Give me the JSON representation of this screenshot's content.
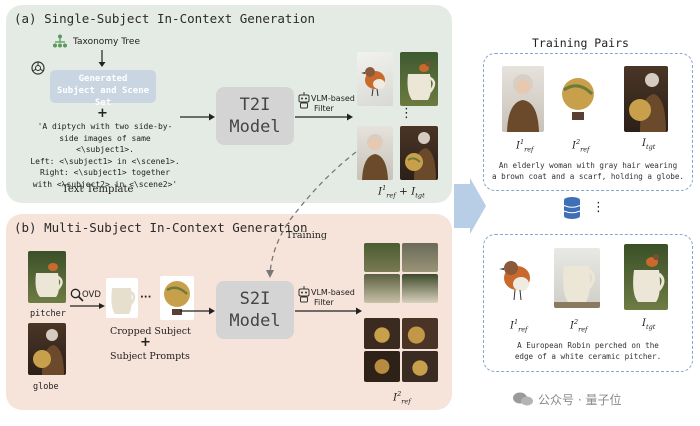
{
  "panel_a": {
    "title": "(a) Single-Subject In-Context Generation",
    "taxonomy_label": "Taxonomy Tree",
    "generated_box": [
      "Generated",
      "Subject and Scene Set"
    ],
    "plus": "+",
    "template_lines": [
      "'A diptych with two side-by-",
      "side images of same <\\subject1>.",
      "Left: <\\subject1> in <\\scene1>.",
      "Right: <\\subject1> together",
      "with <\\subject2> in <\\scene2>'"
    ],
    "text_template_label": "Text Template",
    "model_label": [
      "T2I",
      "Model"
    ],
    "filter_label": [
      "VLM-based",
      "Filter"
    ],
    "dots": "⋮",
    "output_label": {
      "base": "I",
      "sup": "1",
      "sub": "ref",
      "rest": " + I",
      "sub2": "tgt"
    }
  },
  "panel_b": {
    "title": "(b) Multi-Subject In-Context Generation",
    "training_label": "Training",
    "pitcher_label": "pitcher",
    "globe_label": "globe",
    "ovd_label": "OVD",
    "dots": "···",
    "cropped_label": "Cropped Subject",
    "plus": "+",
    "prompts_label": "Subject Prompts",
    "model_label": [
      "S2I",
      "Model"
    ],
    "filter_label": [
      "VLM-based",
      "Filter"
    ],
    "output_label": {
      "base": "I",
      "sup": "2",
      "sub": "ref"
    }
  },
  "training_pairs": {
    "title": "Training Pairs",
    "pair1": {
      "labels": [
        {
          "base": "I",
          "sup": "1",
          "sub": "ref"
        },
        {
          "base": "I",
          "sup": "2",
          "sub": "ref"
        },
        {
          "base": "I",
          "sup": "",
          "sub": "tgt"
        }
      ],
      "caption": [
        "An elderly woman with gray hair wearing",
        "a brown coat and a scarf, holding a globe."
      ]
    },
    "pair2": {
      "labels": [
        {
          "base": "I",
          "sup": "1",
          "sub": "ref"
        },
        {
          "base": "I",
          "sup": "2",
          "sub": "ref"
        },
        {
          "base": "I",
          "sup": "",
          "sub": "tgt"
        }
      ],
      "caption": [
        "A European Robin perched on the",
        "edge of a white ceramic pitcher."
      ]
    },
    "dots": "⋮"
  },
  "watermark": "公众号 · 量子位",
  "colors": {
    "panel_a": "#e4ebe5",
    "panel_b": "#f6e3d9",
    "arrow_big": "#b8cde6",
    "dash": "#8aa4cc"
  }
}
